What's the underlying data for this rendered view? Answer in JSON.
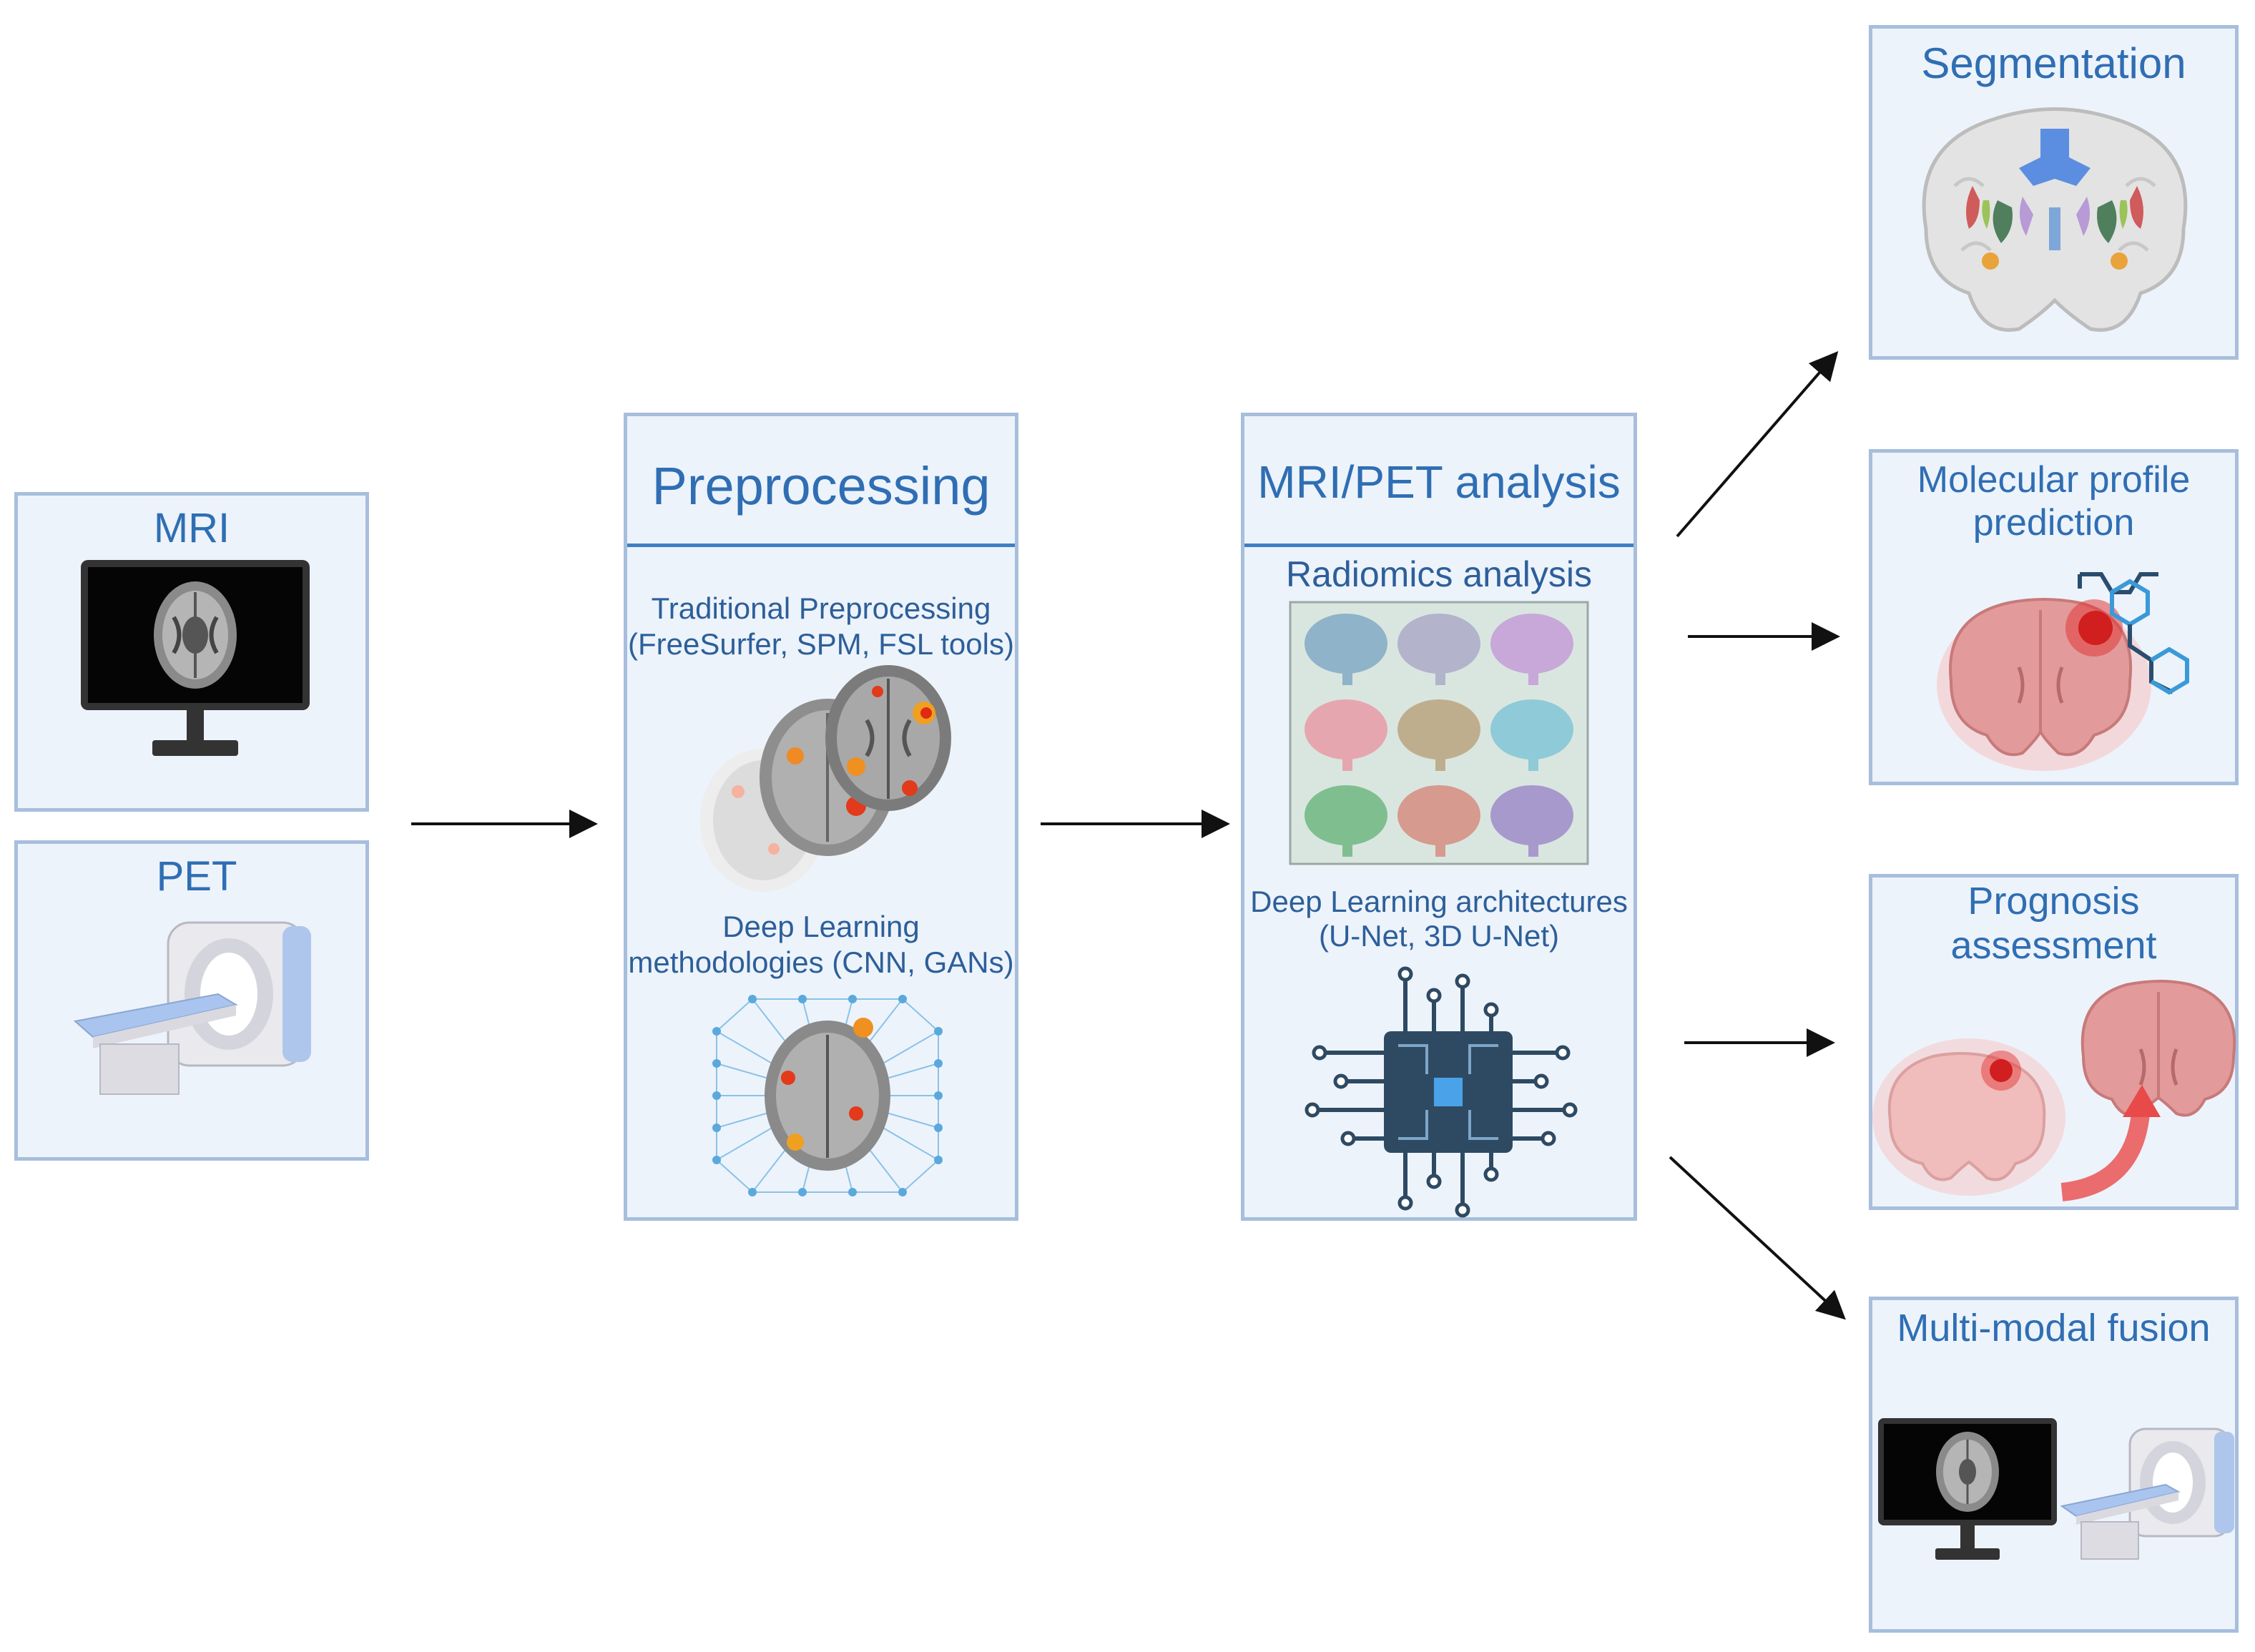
{
  "inputs": {
    "mri_title": "MRI",
    "pet_title": "PET"
  },
  "preprocessing": {
    "title": "Preprocessing",
    "traditional_line1": "Traditional Preprocessing",
    "traditional_line2": "(FreeSurfer, SPM, FSL tools)",
    "deep_line1": "Deep Learning",
    "deep_line2": "methodologies (CNN, GANs)"
  },
  "analysis": {
    "title": "MRI/PET analysis",
    "radiomics": "Radiomics analysis",
    "deep_line1": "Deep Learning architectures",
    "deep_line2": "(U-Net, 3D U-Net)"
  },
  "outputs": {
    "segmentation": "Segmentation",
    "molecular_line1": "Molecular profile",
    "molecular_line2": "prediction",
    "prognosis_line1": "Prognosis",
    "prognosis_line2": "assessment",
    "fusion": "Multi-modal fusion"
  },
  "colors": {
    "box_fill": "#edf3fb",
    "box_border": "#a7bedc",
    "title_blue": "#2f6eb3",
    "arrow": "#111111",
    "tumor_red": "#e23a3a",
    "brain_pink": "#e8a3a3"
  }
}
